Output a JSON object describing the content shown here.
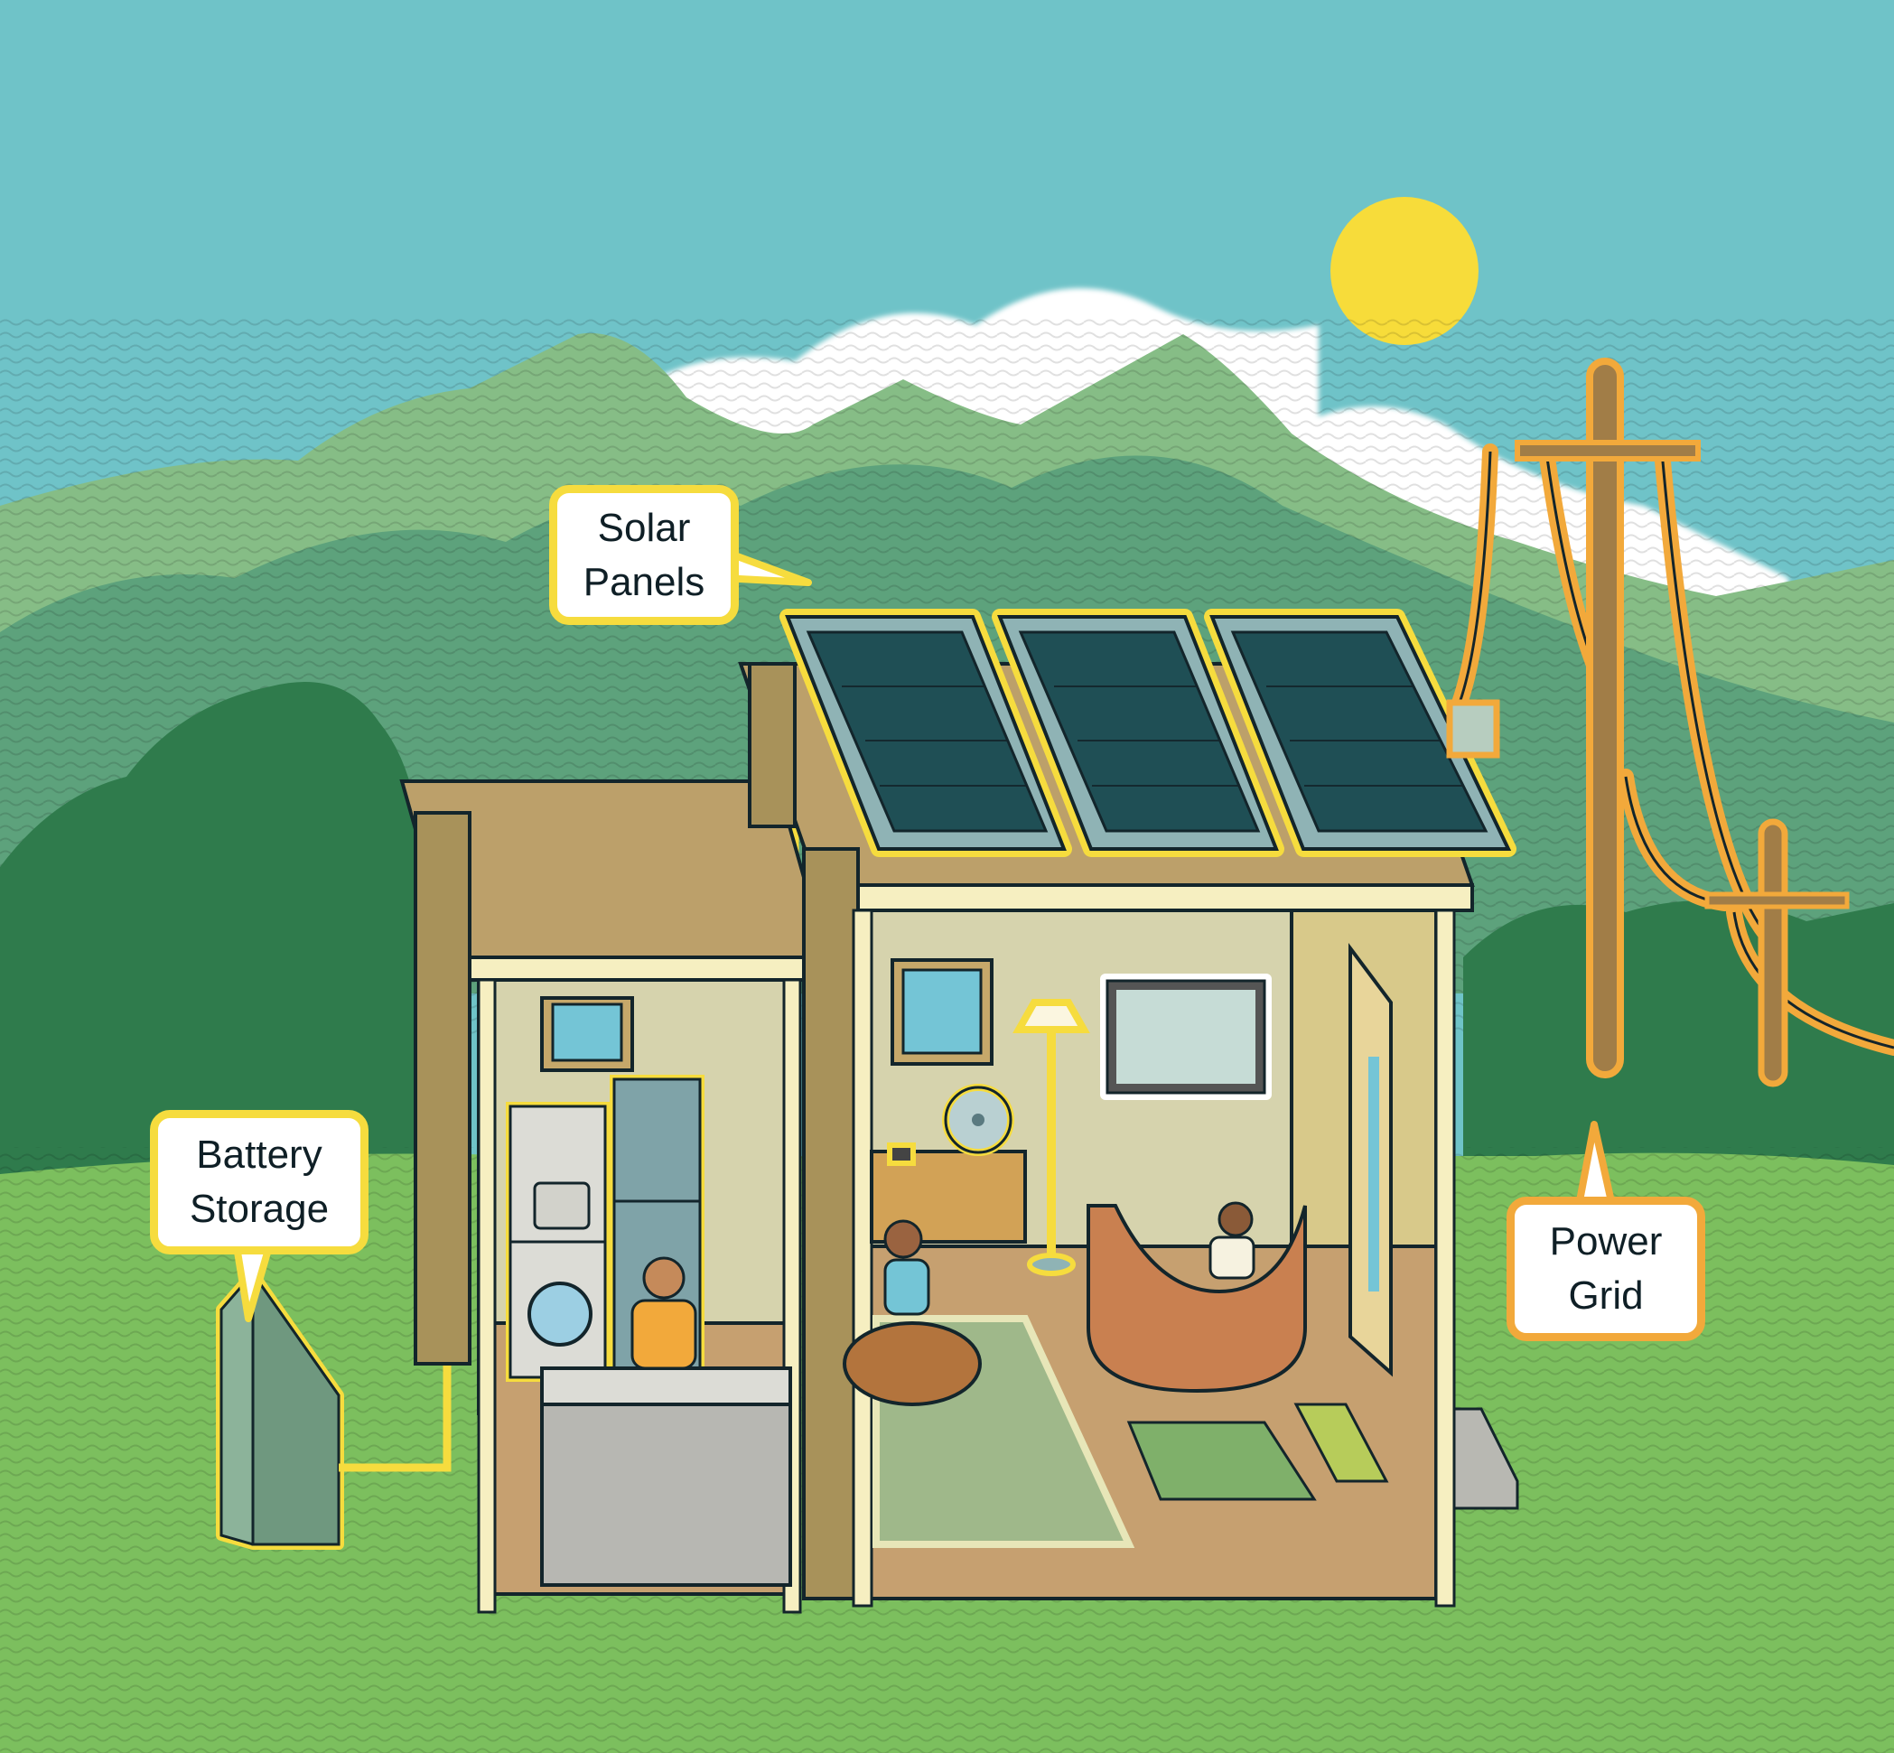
{
  "illustration": {
    "subject": "Home solar energy system with battery storage and grid connection",
    "colors": {
      "sky": "#6fc3c8",
      "sun": "#f7dc3a",
      "cloud": "#ffffff",
      "mountain_light": "#86bd86",
      "mountain_dark": "#4f9a78",
      "forest": "#2f7b4c",
      "grass": "#7cbf5e",
      "house_wall": "#d8c98a",
      "roof": "#bca06a",
      "panel": "#1f4f55",
      "panel_frame": "#8fb3b5",
      "highlight_solar": "#f6dc3e",
      "highlight_grid": "#f2a93b",
      "outline": "#13252b"
    }
  },
  "labels": {
    "solar_panels": {
      "line1": "Solar",
      "line2": "Panels"
    },
    "battery_storage": {
      "line1": "Battery",
      "line2": "Storage"
    },
    "power_grid": {
      "line1": "Power",
      "line2": "Grid"
    }
  },
  "elements": {
    "solar_panel_count": 3,
    "grid_poles": 2,
    "people": 3,
    "highlighted_appliances": [
      "stacked washer-dryer",
      "refrigerator",
      "table fan",
      "cordless phone",
      "floor lamp",
      "television"
    ]
  }
}
